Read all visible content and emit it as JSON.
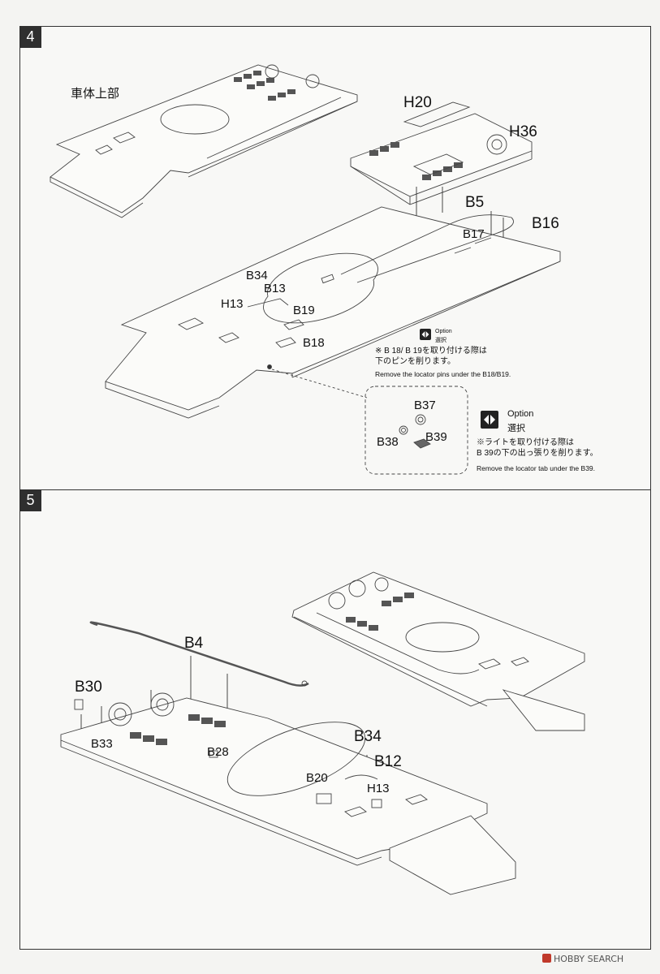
{
  "step4": {
    "number": "4",
    "section_title": "車体上部",
    "parts": {
      "h20": "H20",
      "h36": "H36",
      "b5": "B5",
      "b16": "B16",
      "b17": "B17",
      "b34": "B34",
      "b13": "B13",
      "h13": "H13",
      "b19": "B19",
      "b18": "B18",
      "b37": "B37",
      "b38": "B38",
      "b39": "B39"
    },
    "option1": {
      "label": "Option",
      "label_jp": "選択",
      "note_jp_line1": "※ B 18/ B 19を取り付ける際は",
      "note_jp_line2": "下のピンを削ります。",
      "note_en": "Remove the locator pins under the B18/B19."
    },
    "option2": {
      "label": "Option",
      "label_jp": "選択",
      "note_jp_line1": "※ライトを取り付ける際は",
      "note_jp_line2": "B 39の下の出っ張りを削ります。",
      "note_en": "Remove the locator tab under the B39."
    }
  },
  "step5": {
    "number": "5",
    "parts": {
      "b4": "B4",
      "b30": "B30",
      "b33": "B33",
      "b28": "B28",
      "b34": "B34",
      "b12": "B12",
      "b20": "B20",
      "h13": "H13"
    }
  },
  "watermark": {
    "text": "HOBBY SEARCH"
  }
}
